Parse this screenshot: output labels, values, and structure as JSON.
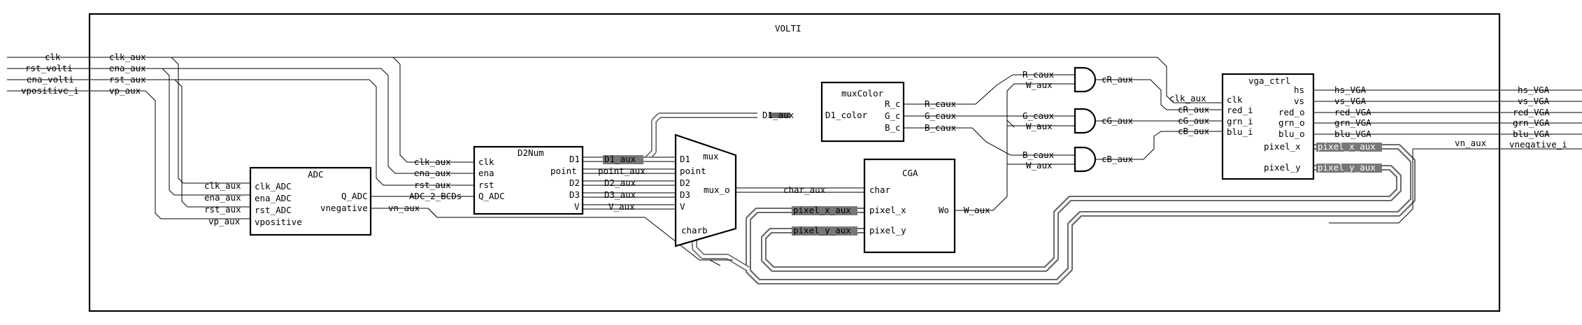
{
  "title": "VOLTI",
  "ports_in": [
    "clk",
    "rst_volti",
    "ena_volti",
    "vpositive_i"
  ],
  "ports_in_aux": [
    "clk_aux",
    "ena_aux",
    "rst_aux",
    "vp_aux"
  ],
  "ports_out": [
    "hs_VGA",
    "vs_VGA",
    "red_VGA",
    "grn_VGA",
    "blu_VGA",
    "vnegative_i"
  ],
  "adc": {
    "name": "ADC",
    "pins_in": [
      "clk_ADC",
      "ena_ADC",
      "rst_ADC",
      "vpositive"
    ],
    "pins_out": [
      "Q_ADC",
      "vnegative"
    ],
    "sig_in": [
      "clk_aux",
      "ena_aux",
      "rst_aux",
      "vp_aux"
    ],
    "sig_out": [
      "ADC_2_BCDs",
      "vn_aux"
    ]
  },
  "d2num": {
    "name": "D2Num",
    "pins_in": [
      "clk",
      "ena",
      "rst",
      "Q_ADC"
    ],
    "pins_out": [
      "D1",
      "point",
      "D2",
      "D3",
      "V"
    ],
    "sig_in": [
      "clk_aux",
      "ena_aux",
      "rst_aux"
    ],
    "sig_out": [
      "D1_aux",
      "point_aux",
      "D2_aux",
      "D3_aux",
      "V_aux"
    ]
  },
  "mux": {
    "name": "mux",
    "pins_in": [
      "D1",
      "point",
      "D2",
      "D3",
      "V"
    ],
    "out": "mux_o",
    "sel": "charb",
    "sig_out": "char_aux"
  },
  "muxcolor": {
    "name": "muxColor",
    "pin_in": "D1_color",
    "pins_out": [
      "R_c",
      "G_c",
      "B_c"
    ],
    "sig_in": "D1_aux",
    "sig_out": [
      "R_caux",
      "G_caux",
      "B_caux"
    ]
  },
  "cga": {
    "name": "CGA",
    "pins_in": [
      "char",
      "pixel_x",
      "pixel_y"
    ],
    "pin_out": "Wo",
    "sig_in": [
      "pixel_x_aux",
      "pixel_y_aux"
    ],
    "sig_out": "W_aux"
  },
  "gates": {
    "in": [
      "R_caux",
      "W_aux",
      "G_caux",
      "W_aux",
      "B_caux",
      "W_aux"
    ],
    "out": [
      "cR_aux",
      "cG_aux",
      "cB_aux"
    ]
  },
  "vga": {
    "name": "vga_ctrl",
    "pins_in": [
      "clk",
      "red_i",
      "grn_i",
      "blu_i"
    ],
    "pins_out": [
      "hs",
      "vs",
      "red_o",
      "grn_o",
      "blu_o",
      "pixel_x",
      "pixel_y"
    ],
    "sig_in": [
      "clk_aux",
      "cR_aux",
      "cG_aux",
      "cB_aux"
    ],
    "sig_out": [
      "hs_VGA",
      "vs_VGA",
      "red_VGA",
      "grn_VGA",
      "blu_VGA"
    ],
    "bus_out": [
      "pixel_x_aux",
      "pixel_y_aux"
    ],
    "vn_sig": "vn_aux"
  }
}
